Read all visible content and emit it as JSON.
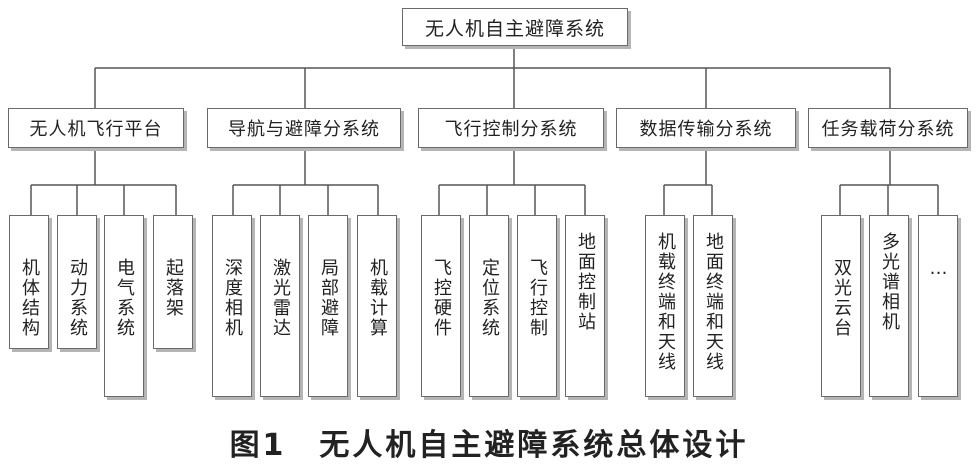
{
  "root": "无人机自主避障系统",
  "groups": [
    {
      "label": "无人机飞行平台",
      "items": [
        "机体结构",
        "动力系统",
        "电气系统",
        "起落架"
      ]
    },
    {
      "label": "导航与避障分系统",
      "items": [
        "深度相机",
        "激光雷达",
        "局部避障",
        "机载计算"
      ]
    },
    {
      "label": "飞行控制分系统",
      "items": [
        "飞控硬件",
        "定位系统",
        "飞行控制",
        "地面控制站"
      ]
    },
    {
      "label": "数据传输分系统",
      "items": [
        "机载终端和天线",
        "地面终端和天线"
      ]
    },
    {
      "label": "任务载荷分系统",
      "items": [
        "双光云台",
        "多光谱相机",
        "…"
      ]
    }
  ],
  "caption": "图1　无人机自主避障系统总体设计"
}
